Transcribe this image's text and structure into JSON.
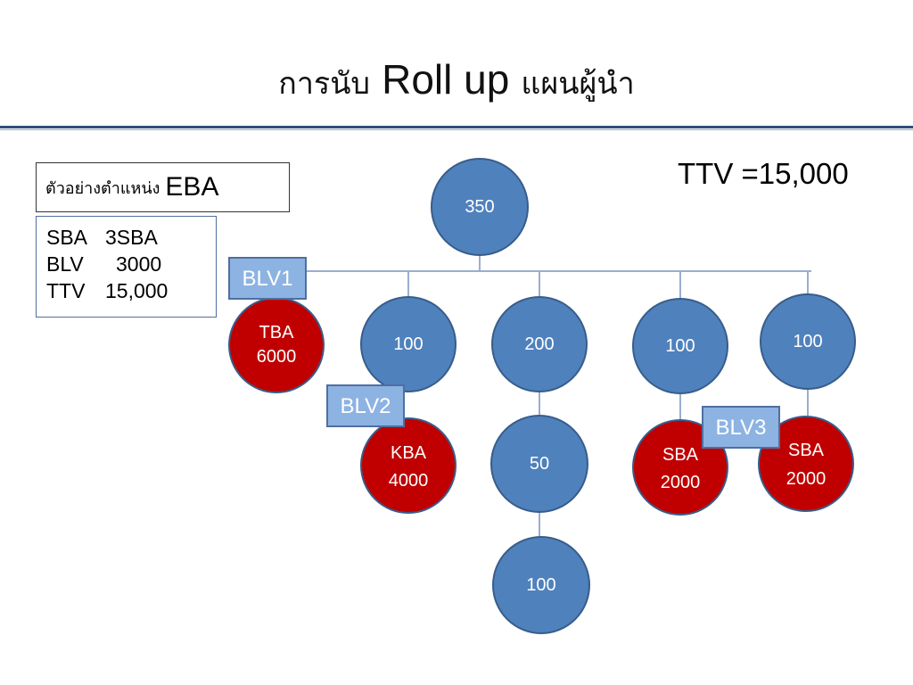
{
  "title": {
    "thai_left": "การนับ",
    "latin": "Roll up",
    "thai_right": "แผนผู้นำ"
  },
  "ttv_total": "TTV =15,000",
  "example_box": {
    "thai": "ตัวอย่างตำแหน่ง",
    "latin": "EBA"
  },
  "info_box": {
    "rows": [
      {
        "key": "SBA",
        "value": "3SBA"
      },
      {
        "key": "BLV",
        "value": "3000"
      },
      {
        "key": "TTV",
        "value": "15,000"
      }
    ]
  },
  "colors": {
    "blue_node": "#4f81bd",
    "red_node": "#c00000",
    "label_fill": "#8db3e2",
    "connector": "#9aaed0"
  },
  "nodes": {
    "root": [
      "350"
    ],
    "tba": [
      "TBA",
      "6000"
    ],
    "n100a": [
      "100"
    ],
    "n200": [
      "200"
    ],
    "n100b": [
      "100"
    ],
    "n100c": [
      "100"
    ],
    "kba": [
      "KBA",
      "4000"
    ],
    "n50": [
      "50"
    ],
    "sba1": [
      "SBA",
      "2000"
    ],
    "sba2": [
      "SBA",
      "2000"
    ],
    "n100d": [
      "100"
    ]
  },
  "labels": {
    "blv1": "BLV1",
    "blv2": "BLV2",
    "blv3": "BLV3"
  }
}
